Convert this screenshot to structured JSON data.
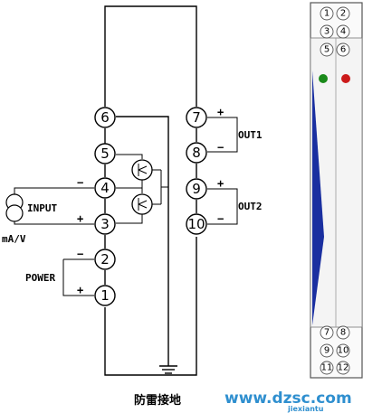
{
  "left_terminals": [
    "6",
    "5",
    "4",
    "3",
    "2",
    "1"
  ],
  "right_terminals": [
    "7",
    "8",
    "9",
    "10"
  ],
  "labels": {
    "input": "INPUT",
    "input_unit": "mA/V",
    "power": "POWER",
    "out1": "OUT1",
    "out2": "OUT2",
    "ground": "防雷接地"
  },
  "polarity": {
    "input_minus": "−",
    "input_plus": "+",
    "power_minus": "−",
    "power_plus": "+",
    "out1_plus": "+",
    "out1_minus": "−",
    "out2_plus": "+",
    "out2_minus": "−"
  },
  "module": {
    "top_pins": [
      "1",
      "2",
      "3",
      "4",
      "5",
      "6"
    ],
    "bottom_pins": [
      "7",
      "8",
      "9",
      "10",
      "11",
      "12"
    ],
    "led_left_color": "#1a8a1a",
    "led_right_color": "#cc1a1a",
    "accent_color": "#1a2fa0"
  },
  "watermark": {
    "main": "www.dzsc.com",
    "sub": "jiexiantu"
  }
}
